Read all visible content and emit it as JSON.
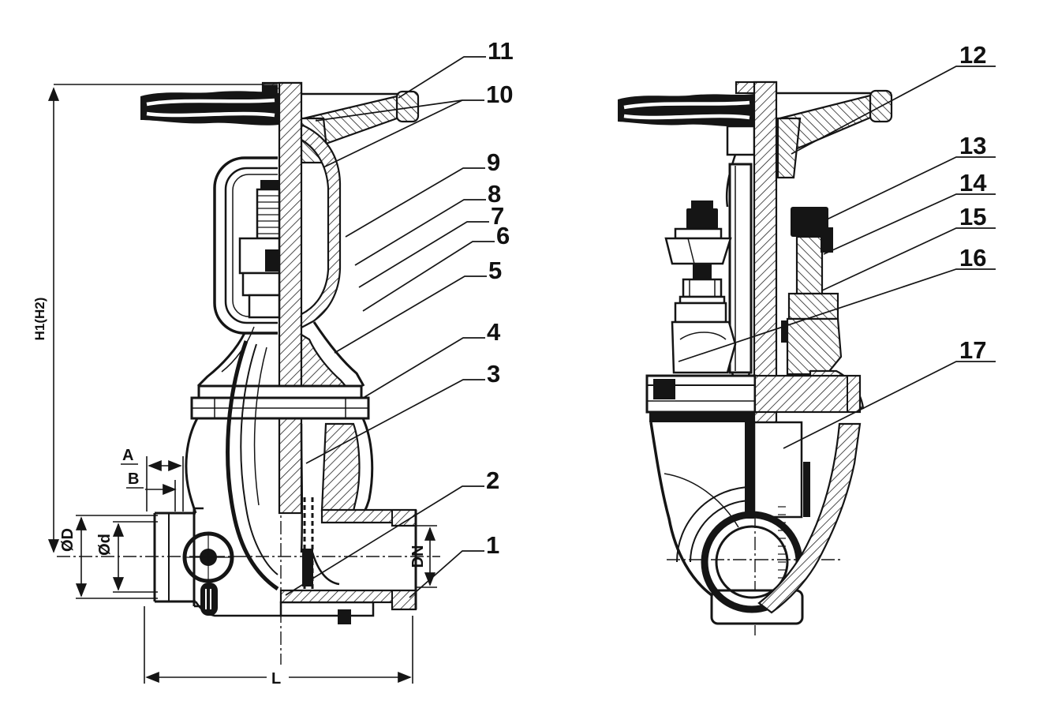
{
  "drawing": {
    "type": "technical sectional drawing",
    "subject": "Gate valve assembly - front and side cross-section views",
    "background_color": "#ffffff",
    "line_color": "#151515"
  },
  "callouts": {
    "front_view": [
      {
        "label": "1"
      },
      {
        "label": "2"
      },
      {
        "label": "3"
      },
      {
        "label": "4"
      },
      {
        "label": "5"
      },
      {
        "label": "6"
      },
      {
        "label": "7"
      },
      {
        "label": "8"
      },
      {
        "label": "9"
      },
      {
        "label": "10"
      },
      {
        "label": "11"
      }
    ],
    "side_view": [
      {
        "label": "12"
      },
      {
        "label": "13"
      },
      {
        "label": "14"
      },
      {
        "label": "15"
      },
      {
        "label": "16"
      },
      {
        "label": "17"
      }
    ]
  },
  "dimensions": {
    "overall_height": "H1(H2)",
    "dim_a": "A",
    "dim_b": "B",
    "outer_diameter": "ØD",
    "socket_diameter": "Ød",
    "nominal_bore": "DN",
    "length": "L"
  }
}
